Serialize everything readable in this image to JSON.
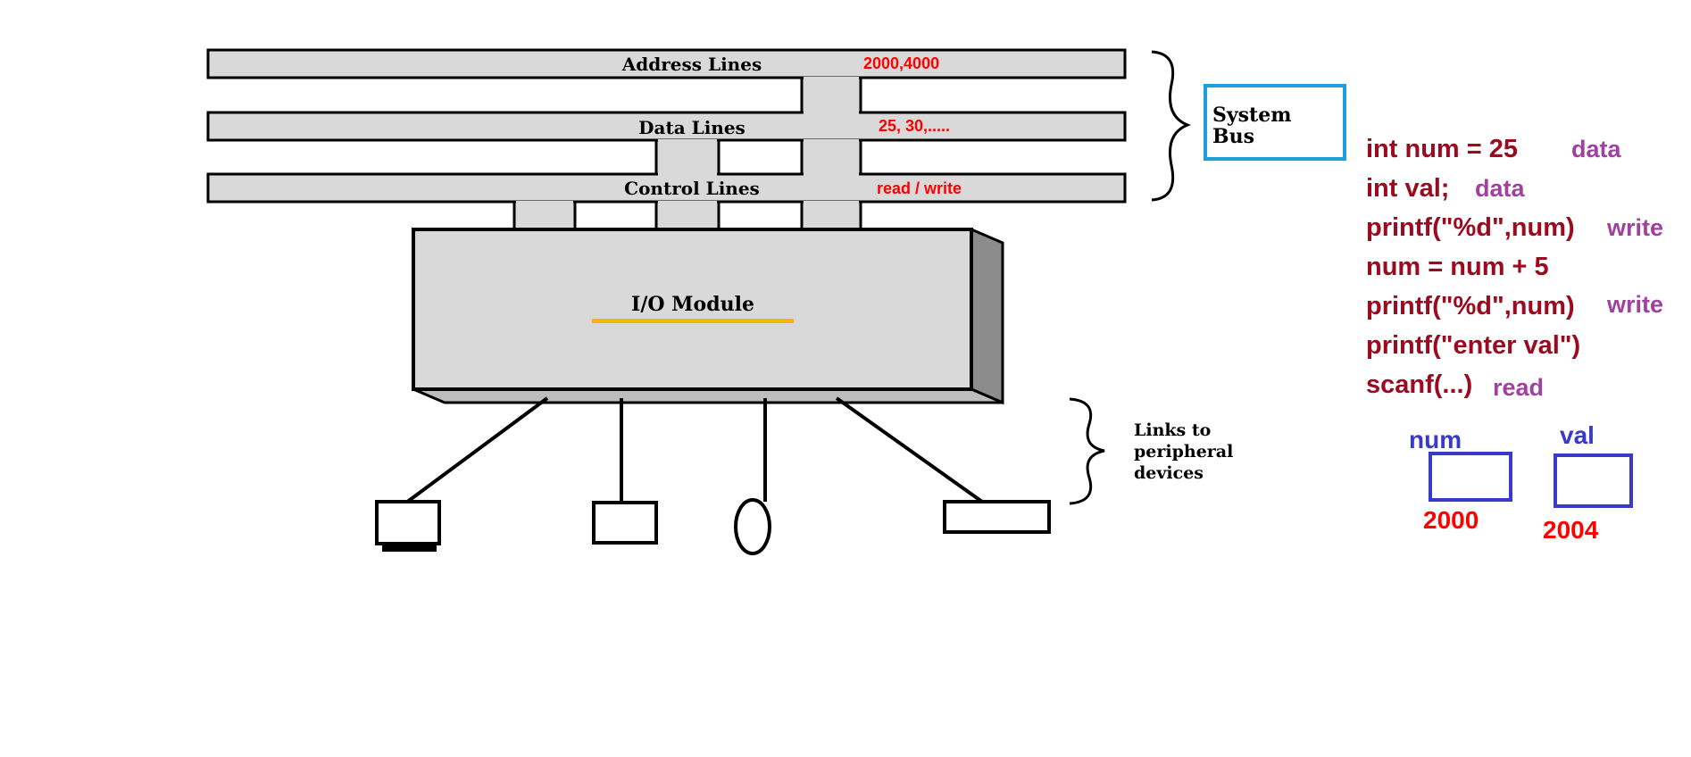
{
  "bus": {
    "address_label": "Address Lines",
    "data_label": "Data Lines",
    "control_label": "Control Lines",
    "address_note": "2000,4000",
    "data_note": "25, 30,.....",
    "control_note": "read / write"
  },
  "system_bus": {
    "line1": "System",
    "line2": "Bus"
  },
  "io_module": {
    "label": "I/O Module"
  },
  "links": {
    "line1": "Links to",
    "line2": "peripheral",
    "line3": "devices"
  },
  "code": {
    "lines": [
      {
        "text": "int num = 25",
        "tag": "data"
      },
      {
        "text": "int val;",
        "tag": "data"
      },
      {
        "text": "printf(\"%d\",num)",
        "tag": "write"
      },
      {
        "text": "num = num  + 5",
        "tag": ""
      },
      {
        "text": "printf(\"%d\",num)",
        "tag": "write"
      },
      {
        "text": "printf(\"enter val\")",
        "tag": ""
      },
      {
        "text": "scanf(...)",
        "tag": "read"
      }
    ]
  },
  "memory": {
    "cells": [
      {
        "name": "num",
        "address": "2000"
      },
      {
        "name": "val",
        "address": "2004"
      }
    ]
  },
  "colors": {
    "bus_fill": "#d9d9d9",
    "outline": "#000000",
    "module_side": "#8c8c8c",
    "note_red": "#ff0000",
    "code_maroon": "#9b0a1e",
    "tag_purple": "#a040a0",
    "memory_blue": "#3a3ac8",
    "system_bus_box": "#1e9fdc",
    "underline": "#f5b800"
  }
}
